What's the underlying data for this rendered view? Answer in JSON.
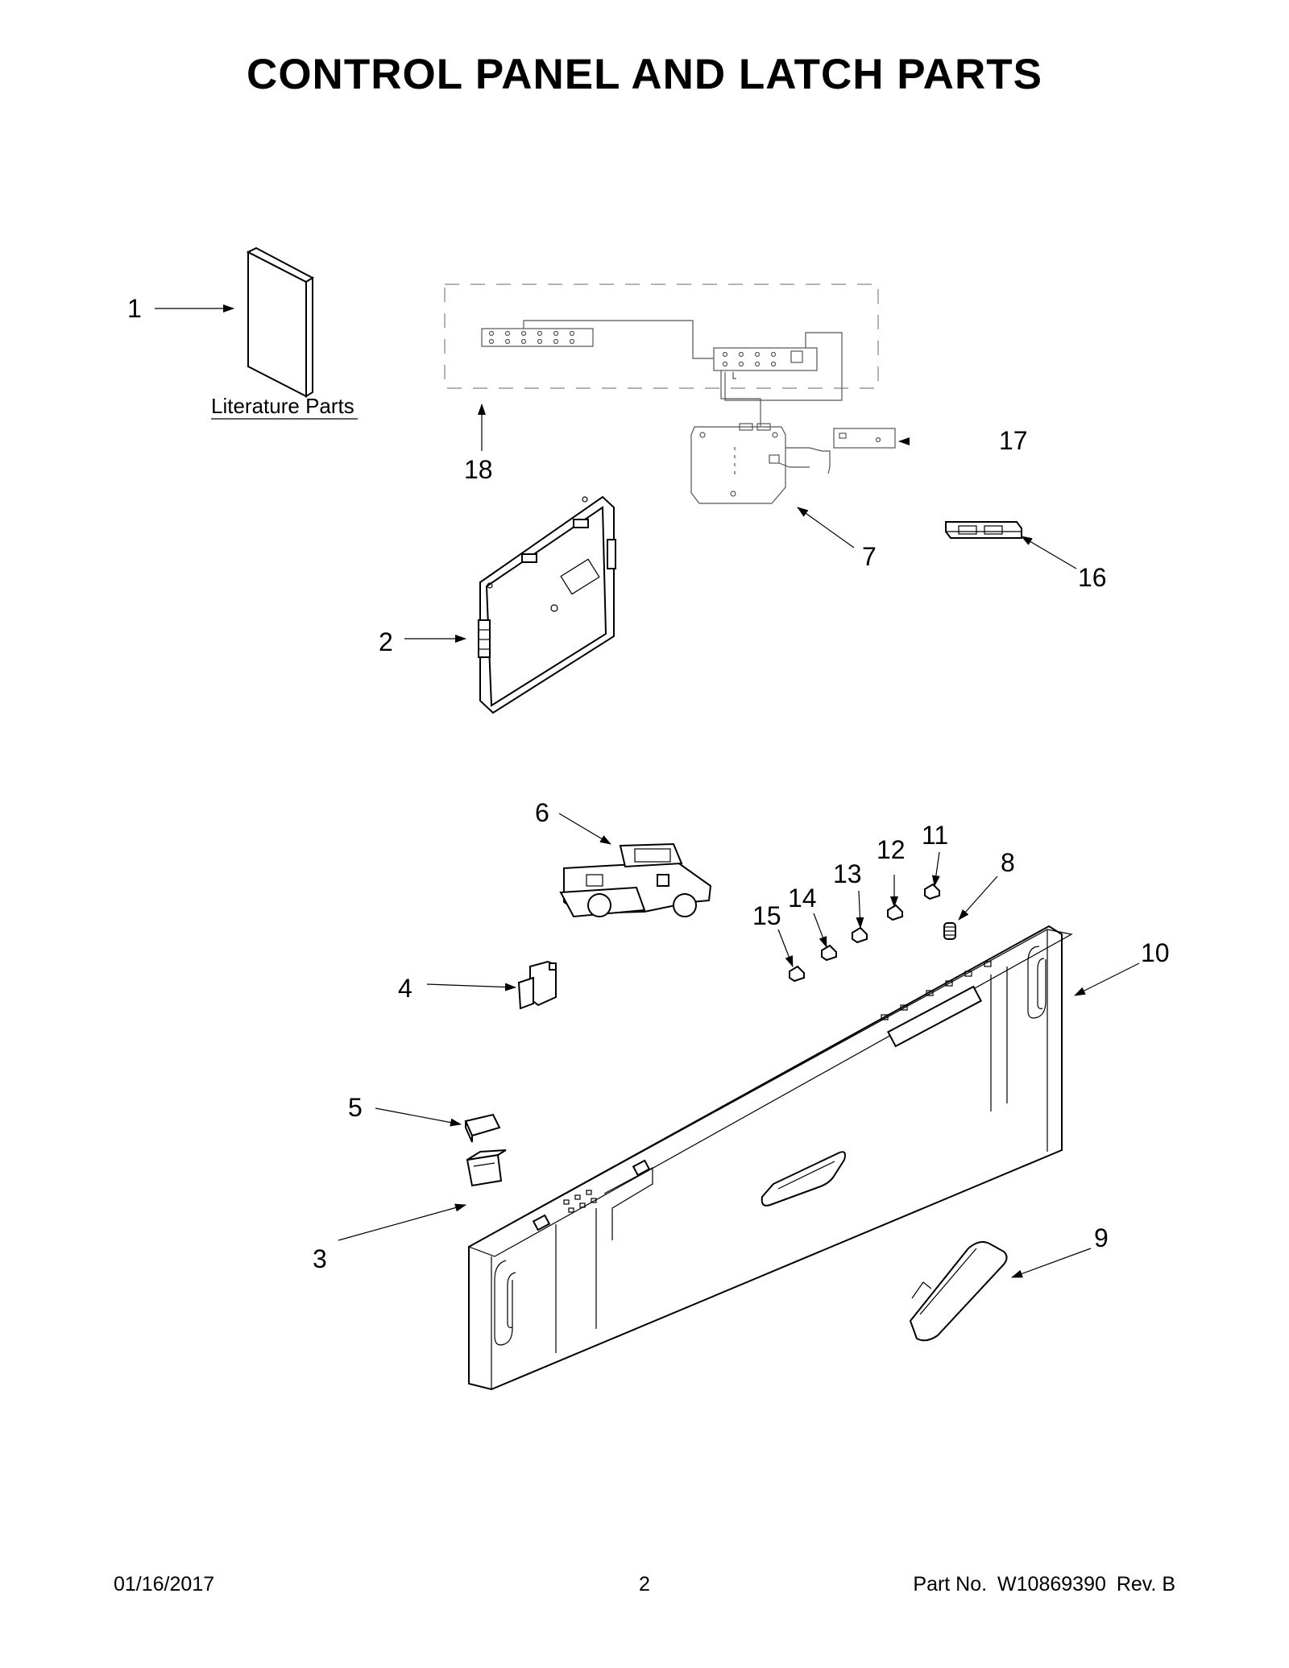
{
  "page_title": "CONTROL PANEL AND LATCH PARTS",
  "literature_label": "Literature Parts",
  "callouts": {
    "c1": "1",
    "c2": "2",
    "c3": "3",
    "c4": "4",
    "c5": "5",
    "c6": "6",
    "c7": "7",
    "c8": "8",
    "c9": "9",
    "c10": "10",
    "c11": "11",
    "c12": "12",
    "c13": "13",
    "c14": "14",
    "c15": "15",
    "c16": "16",
    "c17": "17",
    "c18": "18"
  },
  "footer": {
    "date": "01/16/2017",
    "page_number": "2",
    "part_label": "Part No.",
    "part_number": "W10869390",
    "revision": "Rev.  B"
  }
}
